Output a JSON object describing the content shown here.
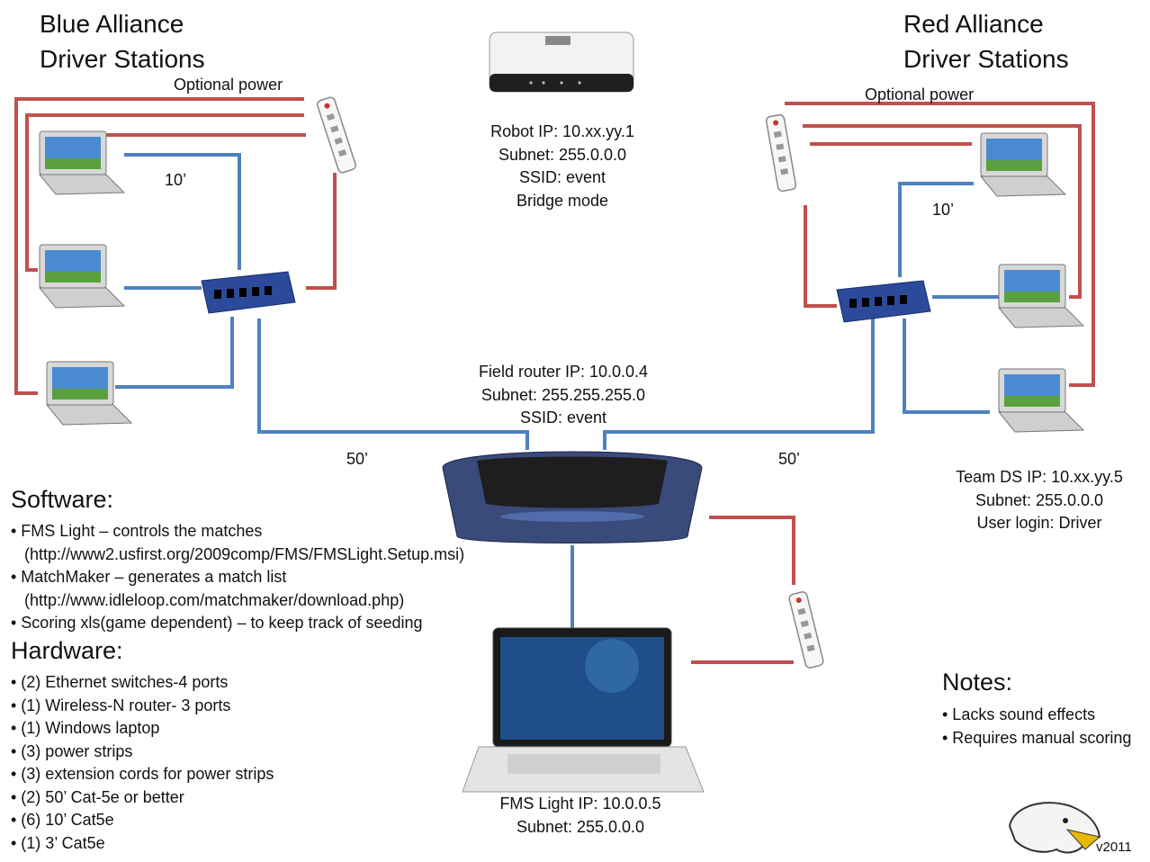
{
  "titles": {
    "blue_line1": "Blue Alliance",
    "blue_line2": "Driver Stations",
    "red_line1": "Red Alliance",
    "red_line2": "Driver Stations"
  },
  "labels": {
    "optional_power_left": "Optional power",
    "optional_power_right": "Optional power",
    "cable_10_left": "10’",
    "cable_10_right": "10’",
    "cable_50_left": "50’",
    "cable_50_right": "50’"
  },
  "robot": {
    "ip": "Robot IP: 10.xx.yy.1",
    "subnet": "Subnet: 255.0.0.0",
    "ssid": "SSID: event",
    "mode": "Bridge mode"
  },
  "field_router": {
    "ip": "Field router IP: 10.0.0.4",
    "subnet": "Subnet: 255.255.255.0",
    "ssid": "SSID: event"
  },
  "team_ds": {
    "ip": "Team DS IP: 10.xx.yy.5",
    "subnet": "Subnet: 255.0.0.0",
    "login": "User login: Driver"
  },
  "fms_light": {
    "ip": "FMS Light IP: 10.0.0.5",
    "subnet": "Subnet: 255.0.0.0"
  },
  "software": {
    "heading": "Software:",
    "items": [
      "• FMS Light – controls the matches",
      "   (http://www2.usfirst.org/2009comp/FMS/FMSLight.Setup.msi)",
      "• MatchMaker – generates a match list",
      "   (http://www.idleloop.com/matchmaker/download.php)",
      "• Scoring xls(game dependent) – to keep track of seeding"
    ]
  },
  "hardware": {
    "heading": "Hardware:",
    "items": [
      "• (2) Ethernet switches-4 ports",
      "• (1) Wireless-N router- 3 ports",
      "• (1) Windows laptop",
      "• (3) power strips",
      "• (3) extension cords for power strips",
      "• (2) 50’ Cat-5e or better",
      "• (6) 10’ Cat5e",
      "• (1) 3’ Cat5e"
    ]
  },
  "notes": {
    "heading": "Notes:",
    "items": [
      "• Lacks sound effects",
      "• Requires manual scoring"
    ]
  },
  "version": "v2011",
  "colors": {
    "ethernet": "#4f81bd",
    "power": "#c0504d",
    "switch_body": "#2c4a9a",
    "router_body": "#3a4a7a"
  }
}
